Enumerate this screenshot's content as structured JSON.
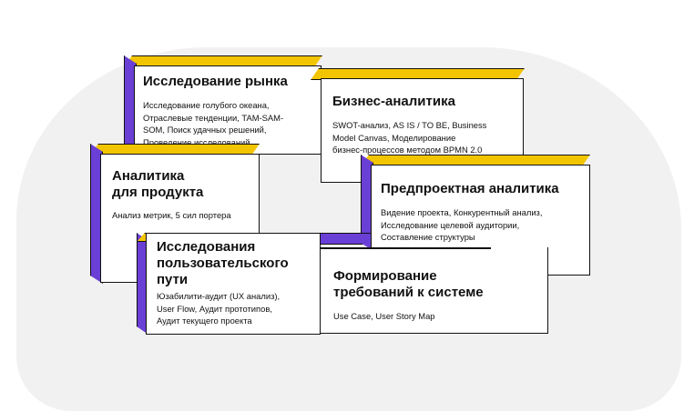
{
  "cards": {
    "market": {
      "title": "Исследование рынка",
      "desc": "Исследование голубого океана,\nОтраслевые тенденции, TAM-SAM-\nSOM, Поиск удачных решений,\nПроведение исследований"
    },
    "business": {
      "title": "Бизнес-аналитика",
      "desc": "SWOT-анализ, AS IS / TO BE, Business\nModel Canvas, Моделирование\nбизнес-процессов методом BPMN 2.0"
    },
    "product": {
      "title": "Аналитика\nдля продукта",
      "desc": "Анализ метрик, 5 сил портера"
    },
    "preproject": {
      "title": "Предпроектная аналитика",
      "desc": "Видение проекта, Конкурентный анализ,\nИсследование целевой аудитории,\nСоставление структуры"
    },
    "userpaths": {
      "title": "Исследования\nпользовательского\nпути",
      "desc": "Юзабилити-аудит (UX анализ),\nUser Flow, Аудит прототипов,\nАудит текущего проекта"
    },
    "requirements": {
      "title": "Формирование\nтребований к системе",
      "desc": "Use Case, User Story Map"
    }
  }
}
